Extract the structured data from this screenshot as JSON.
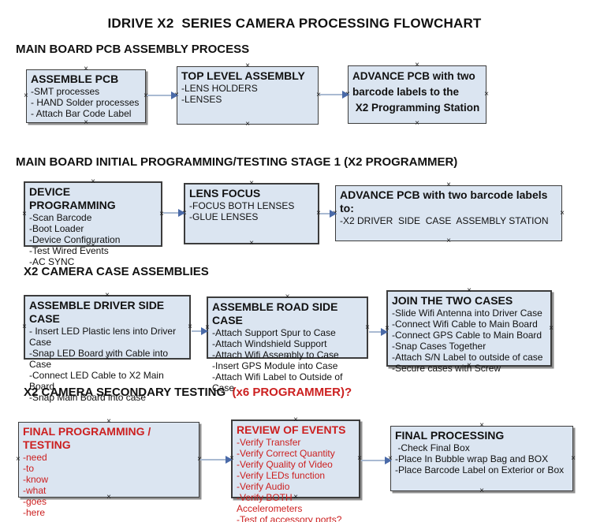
{
  "title": "IDRIVE X2  SERIES CAMERA PROCESSING FLOWCHART",
  "colors": {
    "box_fill": "#dbe5f1",
    "box_border": "#3c3c3c",
    "arrow_line": "#a9bad2",
    "arrow_head": "#4a6aa8",
    "red_text": "#cc2020",
    "black_text": "#111111"
  },
  "sections": [
    {
      "heading": "MAIN BOARD PCB ASSEMBLY PROCESS",
      "boxes": [
        {
          "title": "ASSEMBLE PCB",
          "lines": [
            "-SMT processes",
            "- HAND Solder processes",
            "- Attach Bar Code Label"
          ]
        },
        {
          "title": "TOP LEVEL ASSEMBLY",
          "lines": [
            "-LENS HOLDERS",
            "-LENSES"
          ]
        },
        {
          "title": "",
          "lines": [
            "ADVANCE PCB with two",
            "barcode labels to the",
            " X2 Programming Station"
          ]
        }
      ]
    },
    {
      "heading": "MAIN BOARD INITIAL PROGRAMMING/TESTING STAGE 1 (X2 PROGRAMMER)",
      "boxes": [
        {
          "title": "DEVICE PROGRAMMING",
          "lines": [
            "-Scan Barcode",
            "-Boot Loader",
            "-Device Configuration",
            "-Test Wired Events",
            "-AC SYNC"
          ]
        },
        {
          "title": "LENS FOCUS",
          "lines": [
            "-FOCUS BOTH LENSES",
            "-GLUE LENSES"
          ]
        },
        {
          "title": "ADVANCE PCB with two barcode labels to:",
          "lines": [
            "-X2 DRIVER  SIDE  CASE  ASSEMBLY STATION"
          ]
        }
      ]
    },
    {
      "heading": "X2 CAMERA CASE ASSEMBLIES",
      "boxes": [
        {
          "title": "ASSEMBLE DRIVER SIDE CASE",
          "lines": [
            "- Insert LED Plastic lens into Driver Case",
            "-Snap LED Board with Cable into Case",
            "-Connect LED Cable to X2 Main Board",
            "-Snap Main Board into case"
          ]
        },
        {
          "title": "ASSEMBLE ROAD SIDE CASE",
          "lines": [
            "-Attach Support Spur to Case",
            "-Attach Windshield Support",
            "-Attach Wifi Assembly to Case",
            "-Insert GPS Module into Case",
            "-Attach Wifi Label to Outside of Case"
          ]
        },
        {
          "title": "JOIN THE TWO CASES",
          "lines": [
            "-Slide Wifi Antenna into Driver Case",
            "-Connect Wifi Cable to Main Board",
            "-Connect GPS Cable to Main Board",
            "-Snap Cases Together",
            "-Attach S/N Label to outside of case",
            "-Secure cases with Screw"
          ]
        }
      ]
    },
    {
      "heading": "X2 CAMERA SECONDARY TESTING ",
      "heading_red": " (x6 PROGRAMMER)?",
      "boxes": [
        {
          "title": "FINAL PROGRAMMING / TESTING",
          "lines": [
            "-need",
            "-to",
            "-know",
            "-what",
            "-goes",
            "-here"
          ]
        },
        {
          "title": "REVIEW OF EVENTS",
          "lines": [
            "-Verify Transfer",
            "-Verify Correct Quantity",
            "-Verify Quality of Video",
            "-Verify LEDs function",
            "-Verify Audio",
            "-Verify BOTH Accelerometers",
            "-Test of accessory ports?"
          ]
        },
        {
          "title": "FINAL PROCESSING",
          "lines": [
            " -Check Final Box",
            "-Place In Bubble wrap Bag and BOX",
            "-Place Barcode Label on Exterior or Box"
          ]
        }
      ]
    }
  ]
}
